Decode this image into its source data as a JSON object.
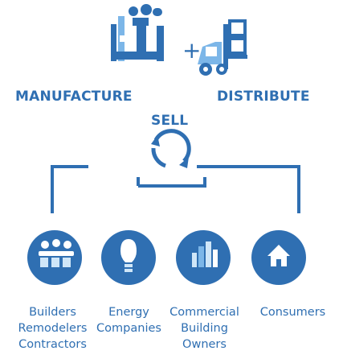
{
  "colors": {
    "accent": "#2f6fb2",
    "light": "#7cb6e8",
    "pale": "#cfe6f8"
  },
  "stages": {
    "manufacture": {
      "label": "MANUFACTURE",
      "icon": "factory-icon"
    },
    "distribute": {
      "label": "DISTRIBUTE",
      "icon": "forklift-icon"
    },
    "sell": {
      "label": "SELL",
      "icon": "dollar-cycle-icon"
    }
  },
  "plus_sign": "+",
  "customers": [
    {
      "icon": "workers-hardhat-icon",
      "lines": [
        "Builders",
        "Remodelers",
        "Contractors"
      ]
    },
    {
      "icon": "lightbulb-icon",
      "lines": [
        "Energy",
        "Companies"
      ]
    },
    {
      "icon": "city-buildings-icon",
      "lines": [
        "Commercial",
        "Building",
        "Owners"
      ]
    },
    {
      "icon": "home-person-icon",
      "lines": [
        "Consumers"
      ]
    }
  ]
}
